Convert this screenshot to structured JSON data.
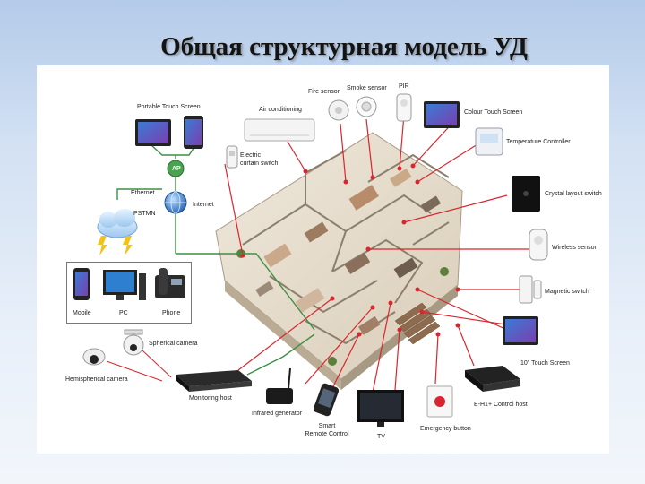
{
  "title": "Общая структурная модель УД",
  "labels": {
    "portable_touch_screen": "Portable Touch Screen",
    "air_conditioning": "Air conditioning",
    "fire_sensor": "Fire sensor",
    "smoke_sensor": "Smoke sensor",
    "pir": "PIR",
    "colour_touch_screen": "Colour Touch Screen",
    "temperature_controller": "Temperature Controller",
    "electric_curtain_switch": [
      "Electric",
      "curtain switch"
    ],
    "ap": "AP",
    "ethernet": "Ethernet",
    "internet": "Internet",
    "pstmn": "PSTMN",
    "crystal_layout_switch": "Crystal layout switch",
    "wireless_sensor": "Wireless sensor",
    "magnetic_switch": "Magnetic switch",
    "mobile": "Mobile",
    "pc": "PC",
    "phone": "Phone",
    "spherical_camera": "Spherical camera",
    "hemispherical_camera": "Hemispherical camera",
    "monitoring_host": "Monitoring host",
    "infrared_generator": "Infrared generator",
    "smart_remote_control": [
      "Smart",
      "Remote Control"
    ],
    "tv": "TV",
    "emergency_button": "Emergency button",
    "control_host": "E-H1+ Control host",
    "touch_screen_10": "10\" Touch Screen"
  },
  "colors": {
    "connector_red": "#d9262e",
    "network_green": "#3f8f44",
    "network_blue": "#2f6fb5",
    "title_text": "#141414"
  }
}
